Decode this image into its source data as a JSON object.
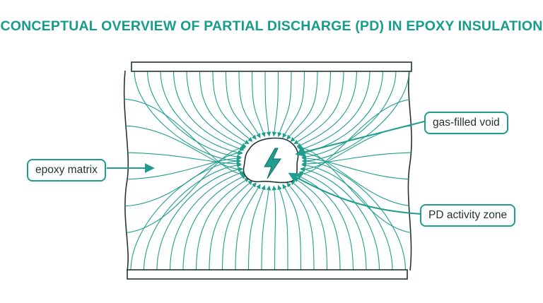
{
  "title": "CONCEPTUAL OVERVIEW OF PARTIAL DISCHARGE (PD) IN EPOXY INSULATION",
  "labels": {
    "epoxy_matrix": "epoxy matrix",
    "gas_filled_void": "gas-filled void",
    "pd_activity_zone": "PD activity zone"
  },
  "icons": {
    "discharge": "lightning-bolt-icon"
  },
  "colors": {
    "accent": "#159c8a",
    "field_lines": "#1f9e8d",
    "frame": "#223532",
    "void_fill": "#ffffff"
  }
}
